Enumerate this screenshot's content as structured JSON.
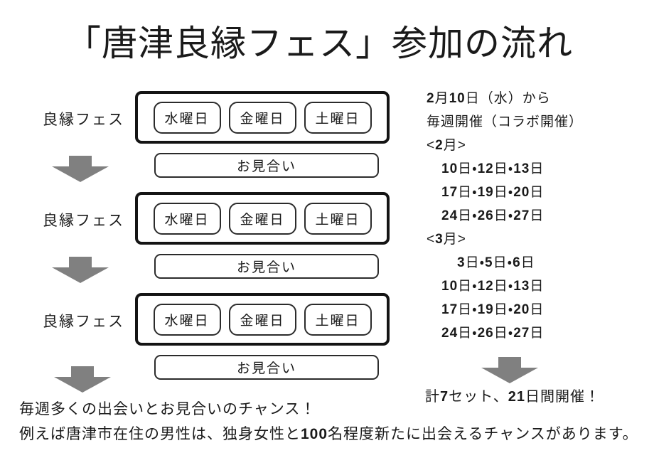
{
  "title": "「唐津良縁フェス」参加の流れ",
  "colors": {
    "arrow": "#808080",
    "box_border": "#141414"
  },
  "flow": {
    "rows": [
      {
        "label": "良縁フェス",
        "days": [
          "水曜日",
          "金曜日",
          "土曜日"
        ],
        "omiai": "お見合い"
      },
      {
        "label": "良縁フェス",
        "days": [
          "水曜日",
          "金曜日",
          "土曜日"
        ],
        "omiai": "お見合い"
      },
      {
        "label": "良縁フェス",
        "days": [
          "水曜日",
          "金曜日",
          "土曜日"
        ],
        "omiai": "お見合い"
      }
    ]
  },
  "schedule": {
    "start_line": "2月10日（水）から",
    "freq_line": "毎週開催（コラボ開催）",
    "february": {
      "header": "<2月>",
      "dates": [
        "10日・12日・13日",
        "17日・19日・20日",
        "24日・26日・27日"
      ]
    },
    "march": {
      "header": "<3月>",
      "dates": [
        "3日・5日・6日",
        "10日・12日・13日",
        "17日・19日・20日",
        "24日・26日・27日"
      ]
    },
    "summary": "計7セット、21日間開催！"
  },
  "footer": {
    "line1": "毎週多くの出会いとお見合いのチャンス！",
    "line2": "例えば唐津市在住の男性は、独身女性と100名程度新たに出会えるチャンスがあります。"
  }
}
